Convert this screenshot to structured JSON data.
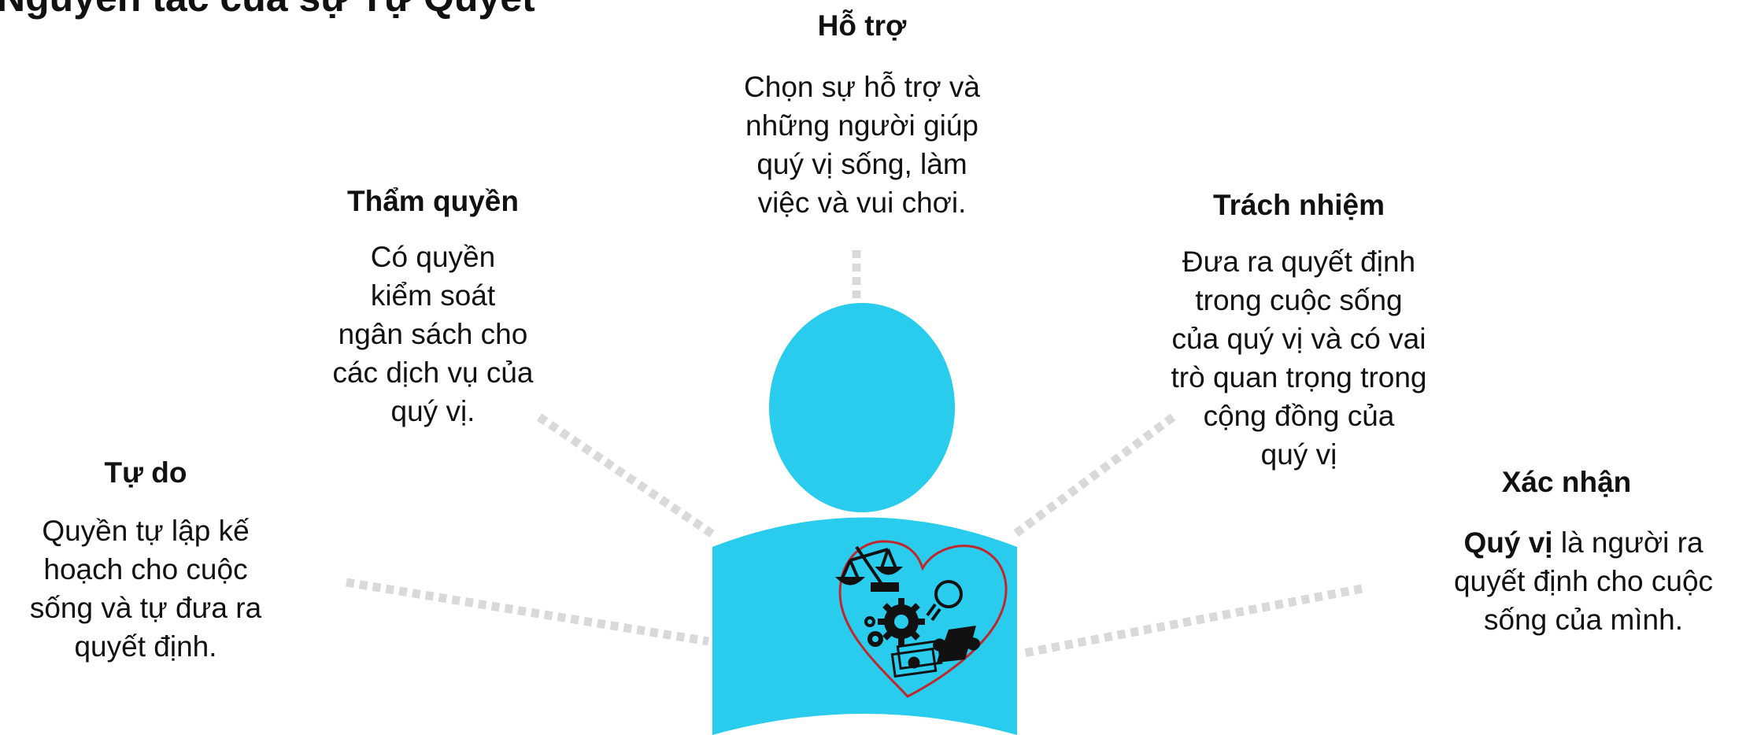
{
  "title": "Nguyên tắc của sự Tự Quyết",
  "colors": {
    "figure": "#29ccec",
    "connector": "#d9d9d9",
    "heart": "#c0272d",
    "text": "#111111"
  },
  "principles": [
    {
      "heading": "Hỗ trợ",
      "lines": [
        "Chọn sự hỗ trợ và",
        "những người giúp",
        "quý vị sống, làm",
        "việc và vui chơi."
      ]
    },
    {
      "heading": "Thẩm quyền",
      "lines": [
        "Có quyền",
        "kiểm soát",
        "ngân sách cho",
        "các dịch vụ của",
        "quý vị."
      ]
    },
    {
      "heading": "Trách nhiệm",
      "lines": [
        "Đưa ra quyết định",
        "trong cuộc sống",
        "của quý vị và có vai",
        "trò quan trọng trong",
        "cộng đồng của",
        "quý vị"
      ]
    },
    {
      "heading": "Tự do",
      "lines": [
        "Quyền tự lập kế",
        "hoạch cho cuộc",
        "sống và tự đưa ra",
        "quyết định."
      ]
    },
    {
      "heading": "Xác nhận",
      "bold_lead": "Quý vị",
      "lead_rest": " là người ra",
      "lines": [
        "quyết định cho cuộc",
        "sống của mình."
      ]
    }
  ],
  "icons": [
    "scales-icon",
    "gears-icon",
    "lightbulb-icon",
    "puzzle-piece-icon",
    "money-icon",
    "heart-icon"
  ]
}
